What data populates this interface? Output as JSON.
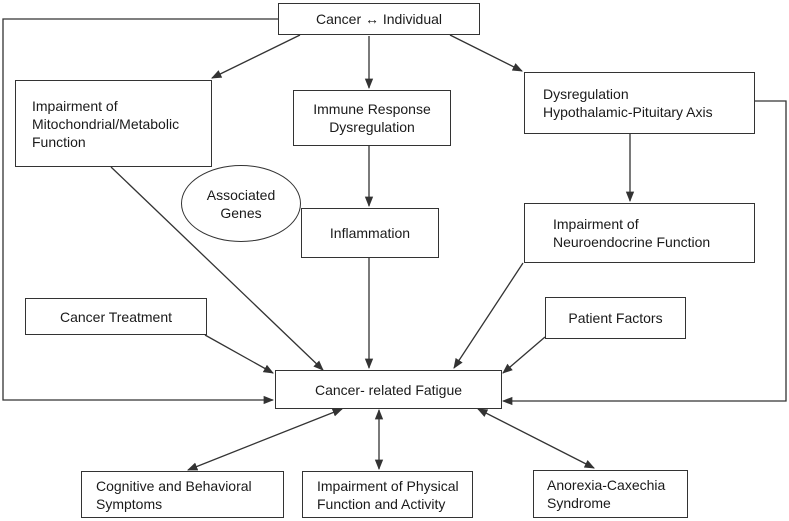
{
  "nodes": {
    "top": "Cancer ↔ Individual",
    "mito": "Impairment of\nMitochondrial/Metabolic\nFunction",
    "immune": "Immune Response\nDysregulation",
    "hpa": "Dysregulation\nHypothalamic-Pituitary Axis",
    "genes": "Associated\nGenes",
    "inflammation": "Inflammation",
    "neuro": "Impairment of\nNeuroendocrine Function",
    "treatment": "Cancer Treatment",
    "patient": "Patient Factors",
    "fatigue": "Cancer- related Fatigue",
    "cognitive": "Cognitive and Behavioral\nSymptoms",
    "physical": "Impairment of Physical\nFunction and Activity",
    "anorexia": "Anorexia-Caxechia\nSyndrome"
  }
}
